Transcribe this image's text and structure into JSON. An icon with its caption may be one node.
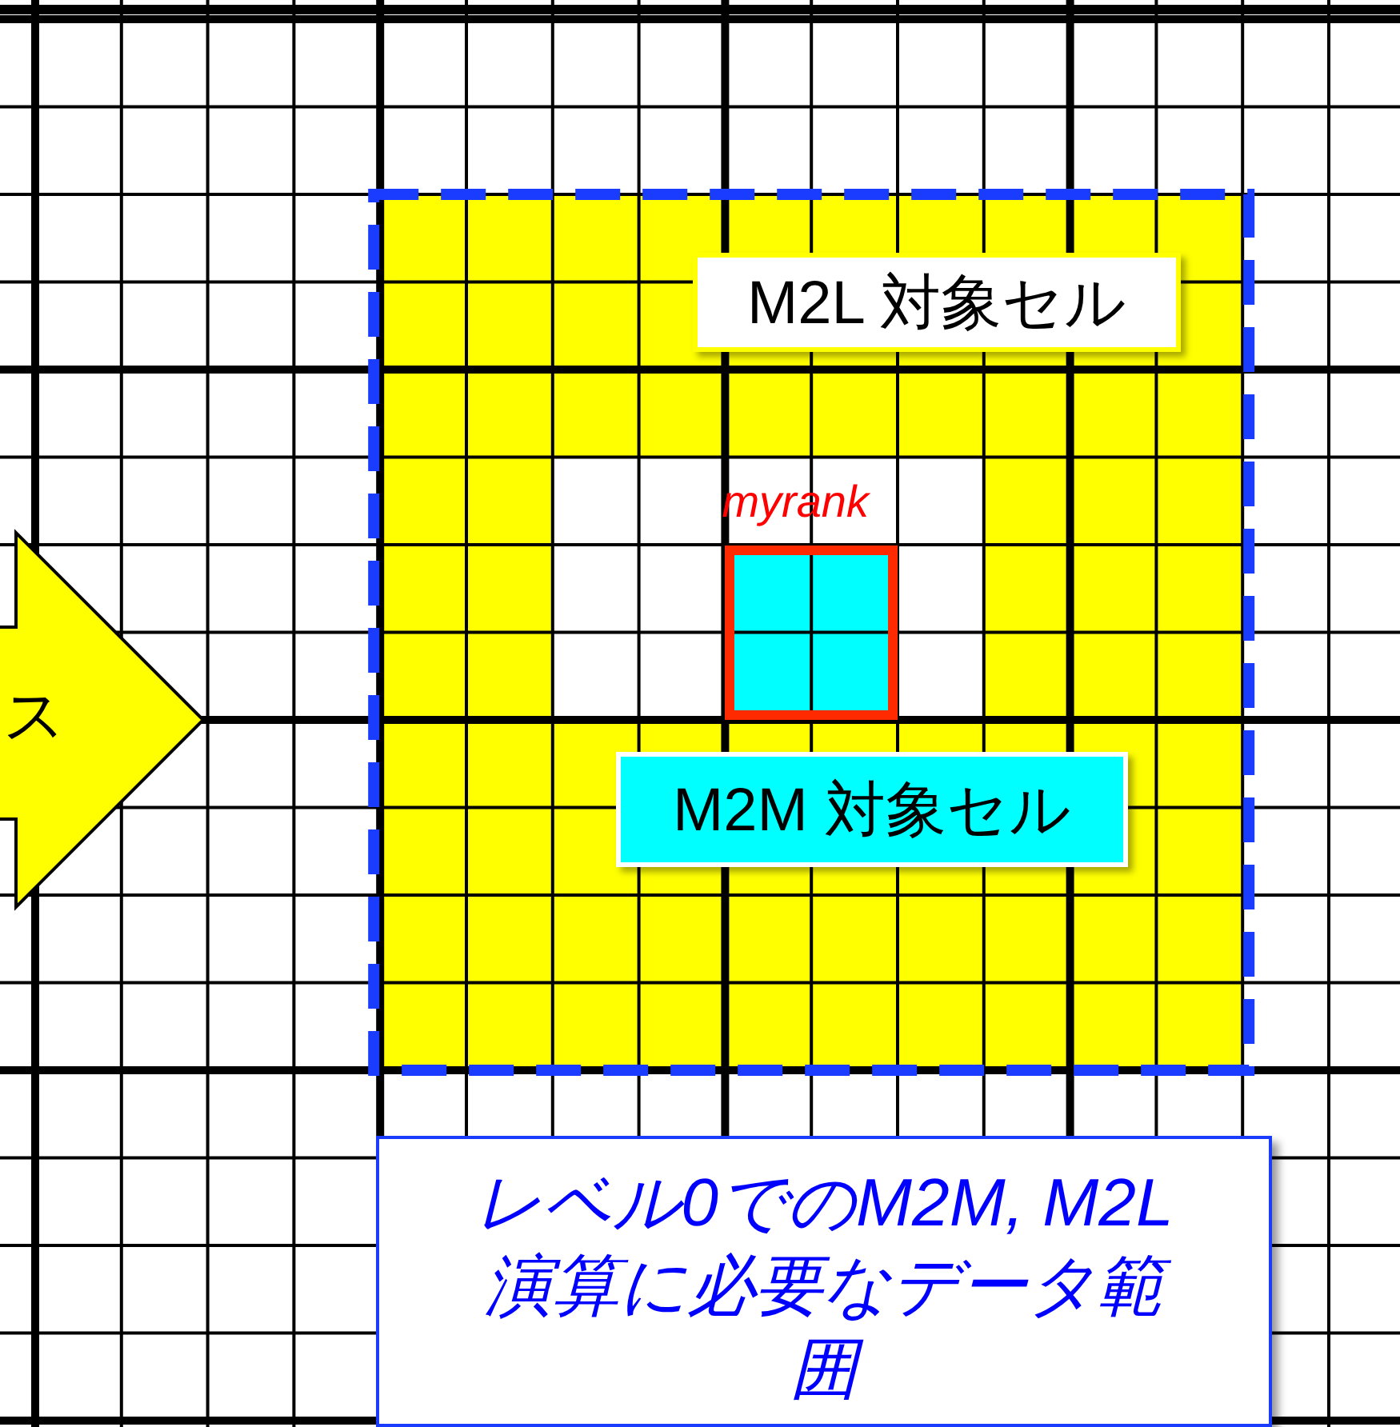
{
  "diagram": {
    "nodes": [
      {
        "text": [
          "ス"
        ]
      },
      {
        "text": [
          "M2L 対象セル"
        ]
      },
      {
        "text": [],
        "shape": "box",
        "beside": [
          "myrank"
        ]
      },
      {
        "text": [
          "M2M 対象セル"
        ]
      },
      {
        "text": [
          "レベル0でのM2M, M2L演算に必要なデータ範囲"
        ]
      }
    ],
    "edges": []
  }
}
